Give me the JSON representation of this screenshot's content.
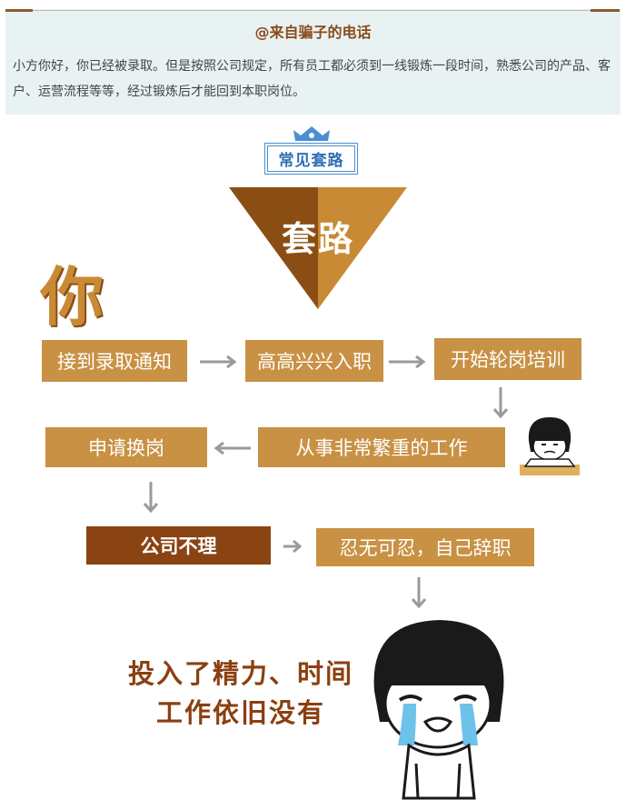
{
  "header": {
    "title": "@来自骗子的电话",
    "body": "小方你好，你已经被录取。但是按照公司规定，所有员工都必须到一线锻炼一段时间，熟悉公司的产品、客户、运营流程等等，经过锻炼后才能回到本职岗位。"
  },
  "section": {
    "badge": "常见套路"
  },
  "diagram": {
    "triangle_label": "套路",
    "subject": "你",
    "steps": [
      "接到录取通知",
      "高高兴兴入职",
      "开始轮岗培训",
      "从事非常繁重的工作",
      "申请换岗",
      "公司不理",
      "忍无可忍，自己辞职"
    ],
    "conclusion_line1": "投入了精力、时间",
    "conclusion_line2": "工作依旧没有"
  },
  "colors": {
    "box": "#c89144",
    "box_dark": "#8a4312",
    "triangle_light": "#c98a35",
    "triangle_dark": "#8a4e14",
    "conclusion_text": "#8b3f10",
    "badge": "#2f6fb4"
  }
}
